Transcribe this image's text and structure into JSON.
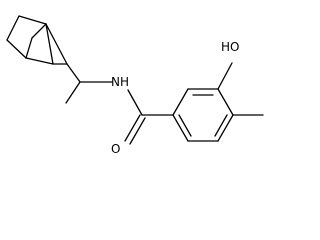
{
  "molecule": {
    "atoms": {
      "hydroxyl": "HO",
      "amide_nitrogen": "NH",
      "carbonyl_oxygen": "O"
    }
  },
  "colors": {
    "bond": "#000000",
    "background": "#ffffff"
  }
}
